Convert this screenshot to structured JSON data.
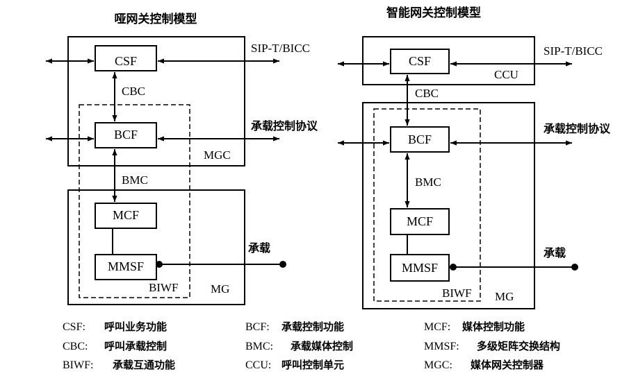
{
  "left": {
    "title": "哑网关控制模型",
    "csf": "CSF",
    "bcf": "BCF",
    "mcf": "MCF",
    "mmsf": "MMSF",
    "cbc": "CBC",
    "bmc": "BMC",
    "sip": "SIP-T/BICC",
    "bearer_protocol": "承载控制协议",
    "mgc": "MGC",
    "mg": "MG",
    "biwf": "BIWF",
    "bearer": "承载"
  },
  "right": {
    "title": "智能网关控制模型",
    "csf": "CSF",
    "bcf": "BCF",
    "mcf": "MCF",
    "mmsf": "MMSF",
    "cbc": "CBC",
    "bmc": "BMC",
    "sip": "SIP-T/BICC",
    "bearer_protocol": "承载控制协议",
    "ccu": "CCU",
    "mg": "MG",
    "biwf": "BIWF",
    "bearer": "承载"
  },
  "legend": [
    {
      "key": "CSF:",
      "value": "呼叫业务功能"
    },
    {
      "key": "BCF:",
      "value": "承载控制功能"
    },
    {
      "key": "MCF:",
      "value": "媒体控制功能"
    },
    {
      "key": "CBC:",
      "value": "呼叫承载控制"
    },
    {
      "key": "BMC:",
      "value": "承载媒体控制"
    },
    {
      "key": "MMSF:",
      "value": "多级矩阵交换结构"
    },
    {
      "key": "BIWF:",
      "value": "承载互通功能"
    },
    {
      "key": "CCU:",
      "value": "呼叫控制单元"
    },
    {
      "key": "MGC:",
      "value": "媒体网关控制器"
    }
  ]
}
